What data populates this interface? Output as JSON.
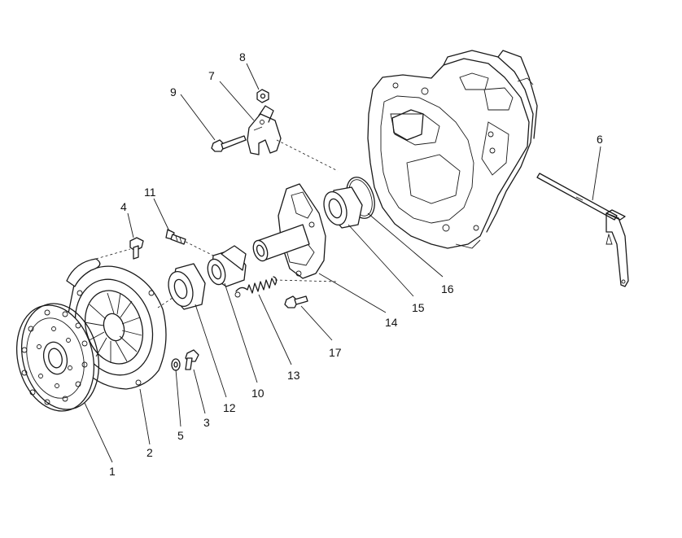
{
  "diagram": {
    "parts": [
      {
        "id": "part-1",
        "label": "1"
      },
      {
        "id": "part-2",
        "label": "2"
      },
      {
        "id": "part-3",
        "label": "3"
      },
      {
        "id": "part-4",
        "label": "4"
      },
      {
        "id": "part-5",
        "label": "5"
      },
      {
        "id": "part-6",
        "label": "6"
      },
      {
        "id": "part-7",
        "label": "7"
      },
      {
        "id": "part-8",
        "label": "8"
      },
      {
        "id": "part-9",
        "label": "9"
      },
      {
        "id": "part-10",
        "label": "10"
      },
      {
        "id": "part-11",
        "label": "11"
      },
      {
        "id": "part-12",
        "label": "12"
      },
      {
        "id": "part-13",
        "label": "13"
      },
      {
        "id": "part-14",
        "label": "14"
      },
      {
        "id": "part-15",
        "label": "15"
      },
      {
        "id": "part-16",
        "label": "16"
      },
      {
        "id": "part-17",
        "label": "17"
      }
    ]
  }
}
